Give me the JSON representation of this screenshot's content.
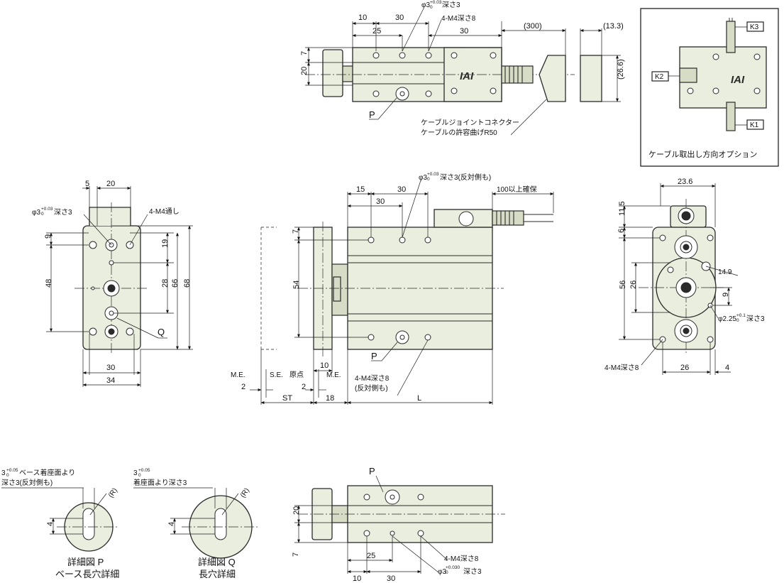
{
  "colors": {
    "part_fill": "#e9eede",
    "line": "#2a2a2a",
    "background": "#ffffff"
  },
  "brand_logo": "IAI",
  "top_view": {
    "dims_top": [
      "10",
      "30",
      "25",
      "30",
      "(300)",
      "(13.3)"
    ],
    "pin_hole_label": "φ3",
    "pin_hole_tol": "+0.03",
    "pin_hole_tol_low": "0",
    "pin_hole_depth": "深さ3",
    "tap_label": "4-M4深さ8",
    "dims_left": [
      "7",
      "20"
    ],
    "dim_right": "(26.6)",
    "detail_ref": "P",
    "cable_note_1": "ケーブルジョイントコネクター",
    "cable_note_2": "ケーブルの許容曲げR50"
  },
  "option_box": {
    "k3": "K3",
    "k2": "K2",
    "k1": "K1",
    "caption": "ケーブル取出し方向オプション"
  },
  "left_end_view": {
    "dims_top": [
      "5",
      "20"
    ],
    "pin_hole_label": "φ3",
    "pin_hole_tol": "+0.03",
    "pin_hole_tol_low": "0",
    "pin_hole_depth": "深さ3",
    "tap_label": "4-M4通し",
    "dims_left": [
      "9",
      "48"
    ],
    "dims_right": [
      "19",
      "28",
      "66",
      "68"
    ],
    "detail_ref": "Q",
    "dims_bottom": [
      "30",
      "34"
    ]
  },
  "side_view": {
    "pin_hole_label": "φ3",
    "pin_hole_tol": "+0.03",
    "pin_hole_tol_low": "0",
    "pin_hole_depth": "深さ3(反対側も)",
    "dims_top": [
      "15",
      "30",
      "30",
      "100以上確保"
    ],
    "dims_left": [
      "7",
      "54"
    ],
    "detail_ref": "P",
    "tap_label_1": "4-M4深さ8",
    "tap_label_2": "(反対側も)",
    "me_left": "M.E.",
    "se": "S.E.",
    "origin": "原点",
    "me_right": "M.E.",
    "dim_10": "10",
    "dim_2a": "2",
    "dim_2b": "2",
    "st": "ST",
    "dim_18": "18",
    "l": "L"
  },
  "right_end_view": {
    "dim_top": "23.6",
    "dims_left": [
      "11.5",
      "6",
      "56",
      "26"
    ],
    "dim_149": "14.9",
    "dim_9": "9",
    "hole_label": "φ2.25",
    "hole_tol": "+0.1",
    "hole_tol_low": "0",
    "hole_depth": "深さ3",
    "tap_label": "4-M4深さ8",
    "dims_bottom": [
      "26",
      "4"
    ]
  },
  "detail_p": {
    "note_a": "3",
    "note_tol": "+0.05",
    "note_tol_low": "0",
    "note_b": "ベース着座面より",
    "note_c": "深さ3(反対側も)",
    "dim_4": "4",
    "radius": "(R)",
    "title": "詳細図 P",
    "subtitle": "ベース長穴詳細"
  },
  "detail_q": {
    "note_a": "3",
    "note_tol": "+0.05",
    "note_tol_low": "0",
    "note_b": "着座面より深さ3",
    "dim_4": "4",
    "radius": "(R)",
    "title": "詳細図 Q",
    "subtitle": "長穴詳細"
  },
  "bottom_view": {
    "detail_ref": "P",
    "dims_left": [
      "20",
      "7"
    ],
    "tap_label": "4-M4深さ8",
    "dims_bottom": [
      "25",
      "10",
      "30"
    ],
    "pin_hole_label": "φ3",
    "pin_hole_tol": "+0.030",
    "pin_hole_tol_low": "0",
    "pin_hole_depth": "深さ3"
  }
}
